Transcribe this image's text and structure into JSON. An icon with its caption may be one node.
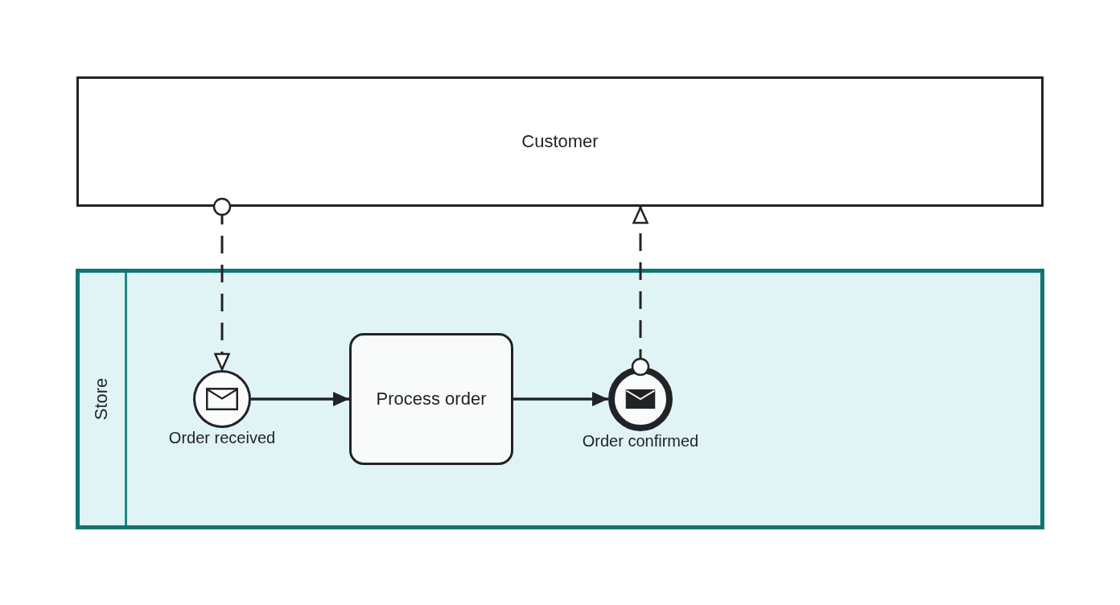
{
  "diagram": {
    "nodes": [
      {
        "text": [
          "Customer"
        ]
      },
      {
        "text": [
          "Store"
        ]
      },
      {
        "text": [],
        "shape": "circle",
        "beside": [
          "Order received"
        ],
        "in": 1
      },
      {
        "text": [
          "Process order"
        ],
        "in": 1
      },
      {
        "text": [],
        "shape": "circle",
        "beside": [
          "Order confirmed"
        ],
        "in": 1
      }
    ],
    "edges": [
      {
        "from": 0,
        "to": 2,
        "arrow": "to",
        "style": "dashed"
      },
      {
        "from": 2,
        "to": 3,
        "arrow": "to"
      },
      {
        "from": 3,
        "to": 4,
        "arrow": "to"
      },
      {
        "from": 4,
        "to": 0,
        "arrow": "to",
        "style": "dashed"
      }
    ]
  }
}
